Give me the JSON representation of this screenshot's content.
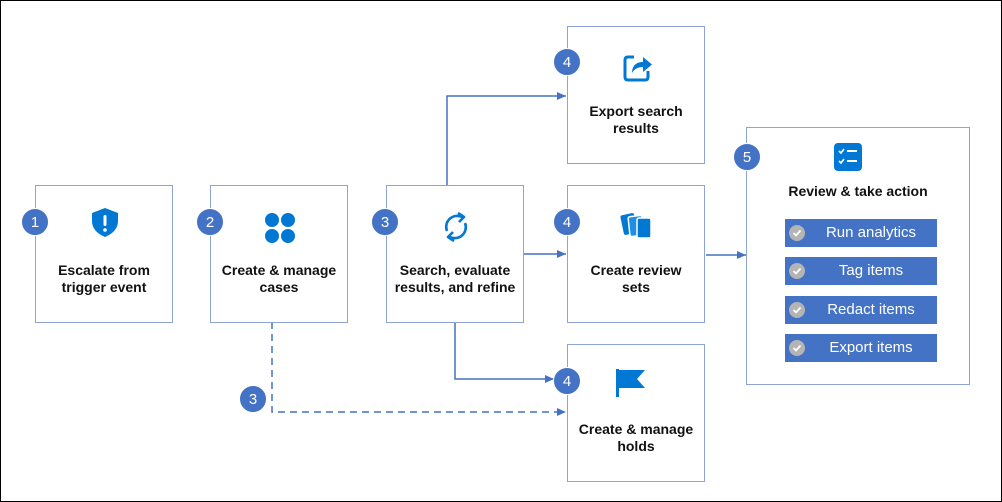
{
  "colors": {
    "accent": "#4472c4",
    "icon": "#0078d4",
    "box_border": "#8ea3d6",
    "check": "#b4b4b4"
  },
  "steps": {
    "escalate": {
      "badge": "1",
      "label": "Escalate from\ntrigger event",
      "icon": "shield-alert-icon"
    },
    "cases": {
      "badge": "2",
      "label": "Create & manage\ncases",
      "icon": "four-circles-icon"
    },
    "search": {
      "badge": "3",
      "label": "Search, evaluate\nresults, and refine",
      "icon": "refresh-icon"
    },
    "export": {
      "badge": "4",
      "label": "Export search\nresults",
      "icon": "share-arrow-icon"
    },
    "review_sets": {
      "badge": "4",
      "label": "Create review\nsets",
      "icon": "stacked-cards-icon"
    },
    "holds": {
      "badge": "4",
      "label": "Create & manage\nholds",
      "icon": "flag-icon"
    },
    "review": {
      "badge": "5",
      "label": "Review & take action",
      "icon": "checklist-icon"
    },
    "dashed_badge": "3"
  },
  "actions": [
    "Run analytics",
    "Tag items",
    "Redact items",
    "Export items"
  ]
}
